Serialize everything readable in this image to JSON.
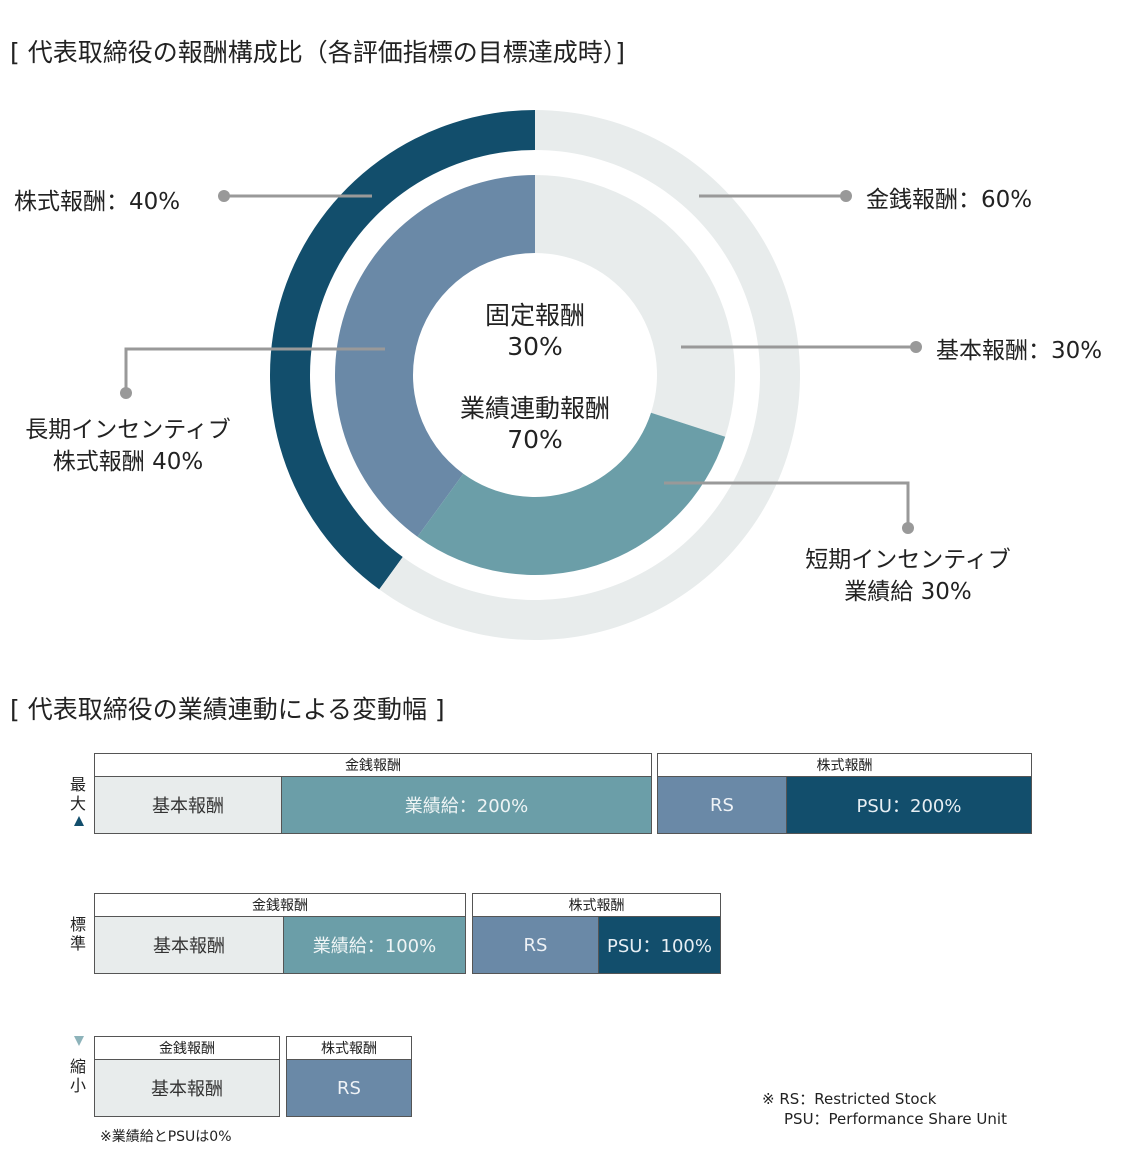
{
  "donut_title": "[ 代表取締役の報酬構成比（各評価指標の目標達成時）]",
  "variation_title": "[ 代表取締役の業績連動による変動幅 ]",
  "colors": {
    "dark_navy": "#124E6C",
    "slate_blue": "#6A89A7",
    "teal": "#6B9EA8",
    "light_gray": "#E8ECEC",
    "connector": "#999999"
  },
  "chart_data": [
    {
      "type": "pie",
      "subtype": "donut-outer",
      "categories": [
        "株式報酬",
        "金銭報酬"
      ],
      "values": [
        40,
        60
      ],
      "labels": [
        "株式報酬：40%",
        "金銭報酬：60%"
      ]
    },
    {
      "type": "pie",
      "subtype": "donut-inner",
      "categories": [
        "長期インセンティブ 株式報酬",
        "基本報酬",
        "短期インセンティブ 業績給"
      ],
      "values": [
        40,
        30,
        30
      ],
      "labels": [
        {
          "line1": "長期インセンティブ",
          "line2": "株式報酬 40%"
        },
        {
          "line1": "基本報酬：30%",
          "line2": ""
        },
        {
          "line1": "短期インセンティブ",
          "line2": "業績給 30%"
        }
      ],
      "center": {
        "fixed_label": "固定報酬",
        "fixed_value": "30%",
        "variable_label": "業績連動報酬",
        "variable_value": "70%"
      }
    }
  ],
  "variation": {
    "axis": {
      "max": "最大",
      "standard": "標準",
      "min": "縮小"
    },
    "rows": [
      {
        "money_header": "金銭報酬",
        "stock_header": "株式報酬",
        "base": "基本報酬",
        "bonus": "業績給：200%",
        "rs": "RS",
        "psu": "PSU：200%"
      },
      {
        "money_header": "金銭報酬",
        "stock_header": "株式報酬",
        "base": "基本報酬",
        "bonus": "業績給：100%",
        "rs": "RS",
        "psu": "PSU：100%"
      },
      {
        "money_header": "金銭報酬",
        "stock_header": "株式報酬",
        "base": "基本報酬",
        "rs": "RS",
        "footnote": "※業績給とPSUは0%"
      }
    ],
    "legend_note": {
      "line1": "※ RS：Restricted Stock",
      "line2": "PSU：Performance Share Unit"
    }
  }
}
